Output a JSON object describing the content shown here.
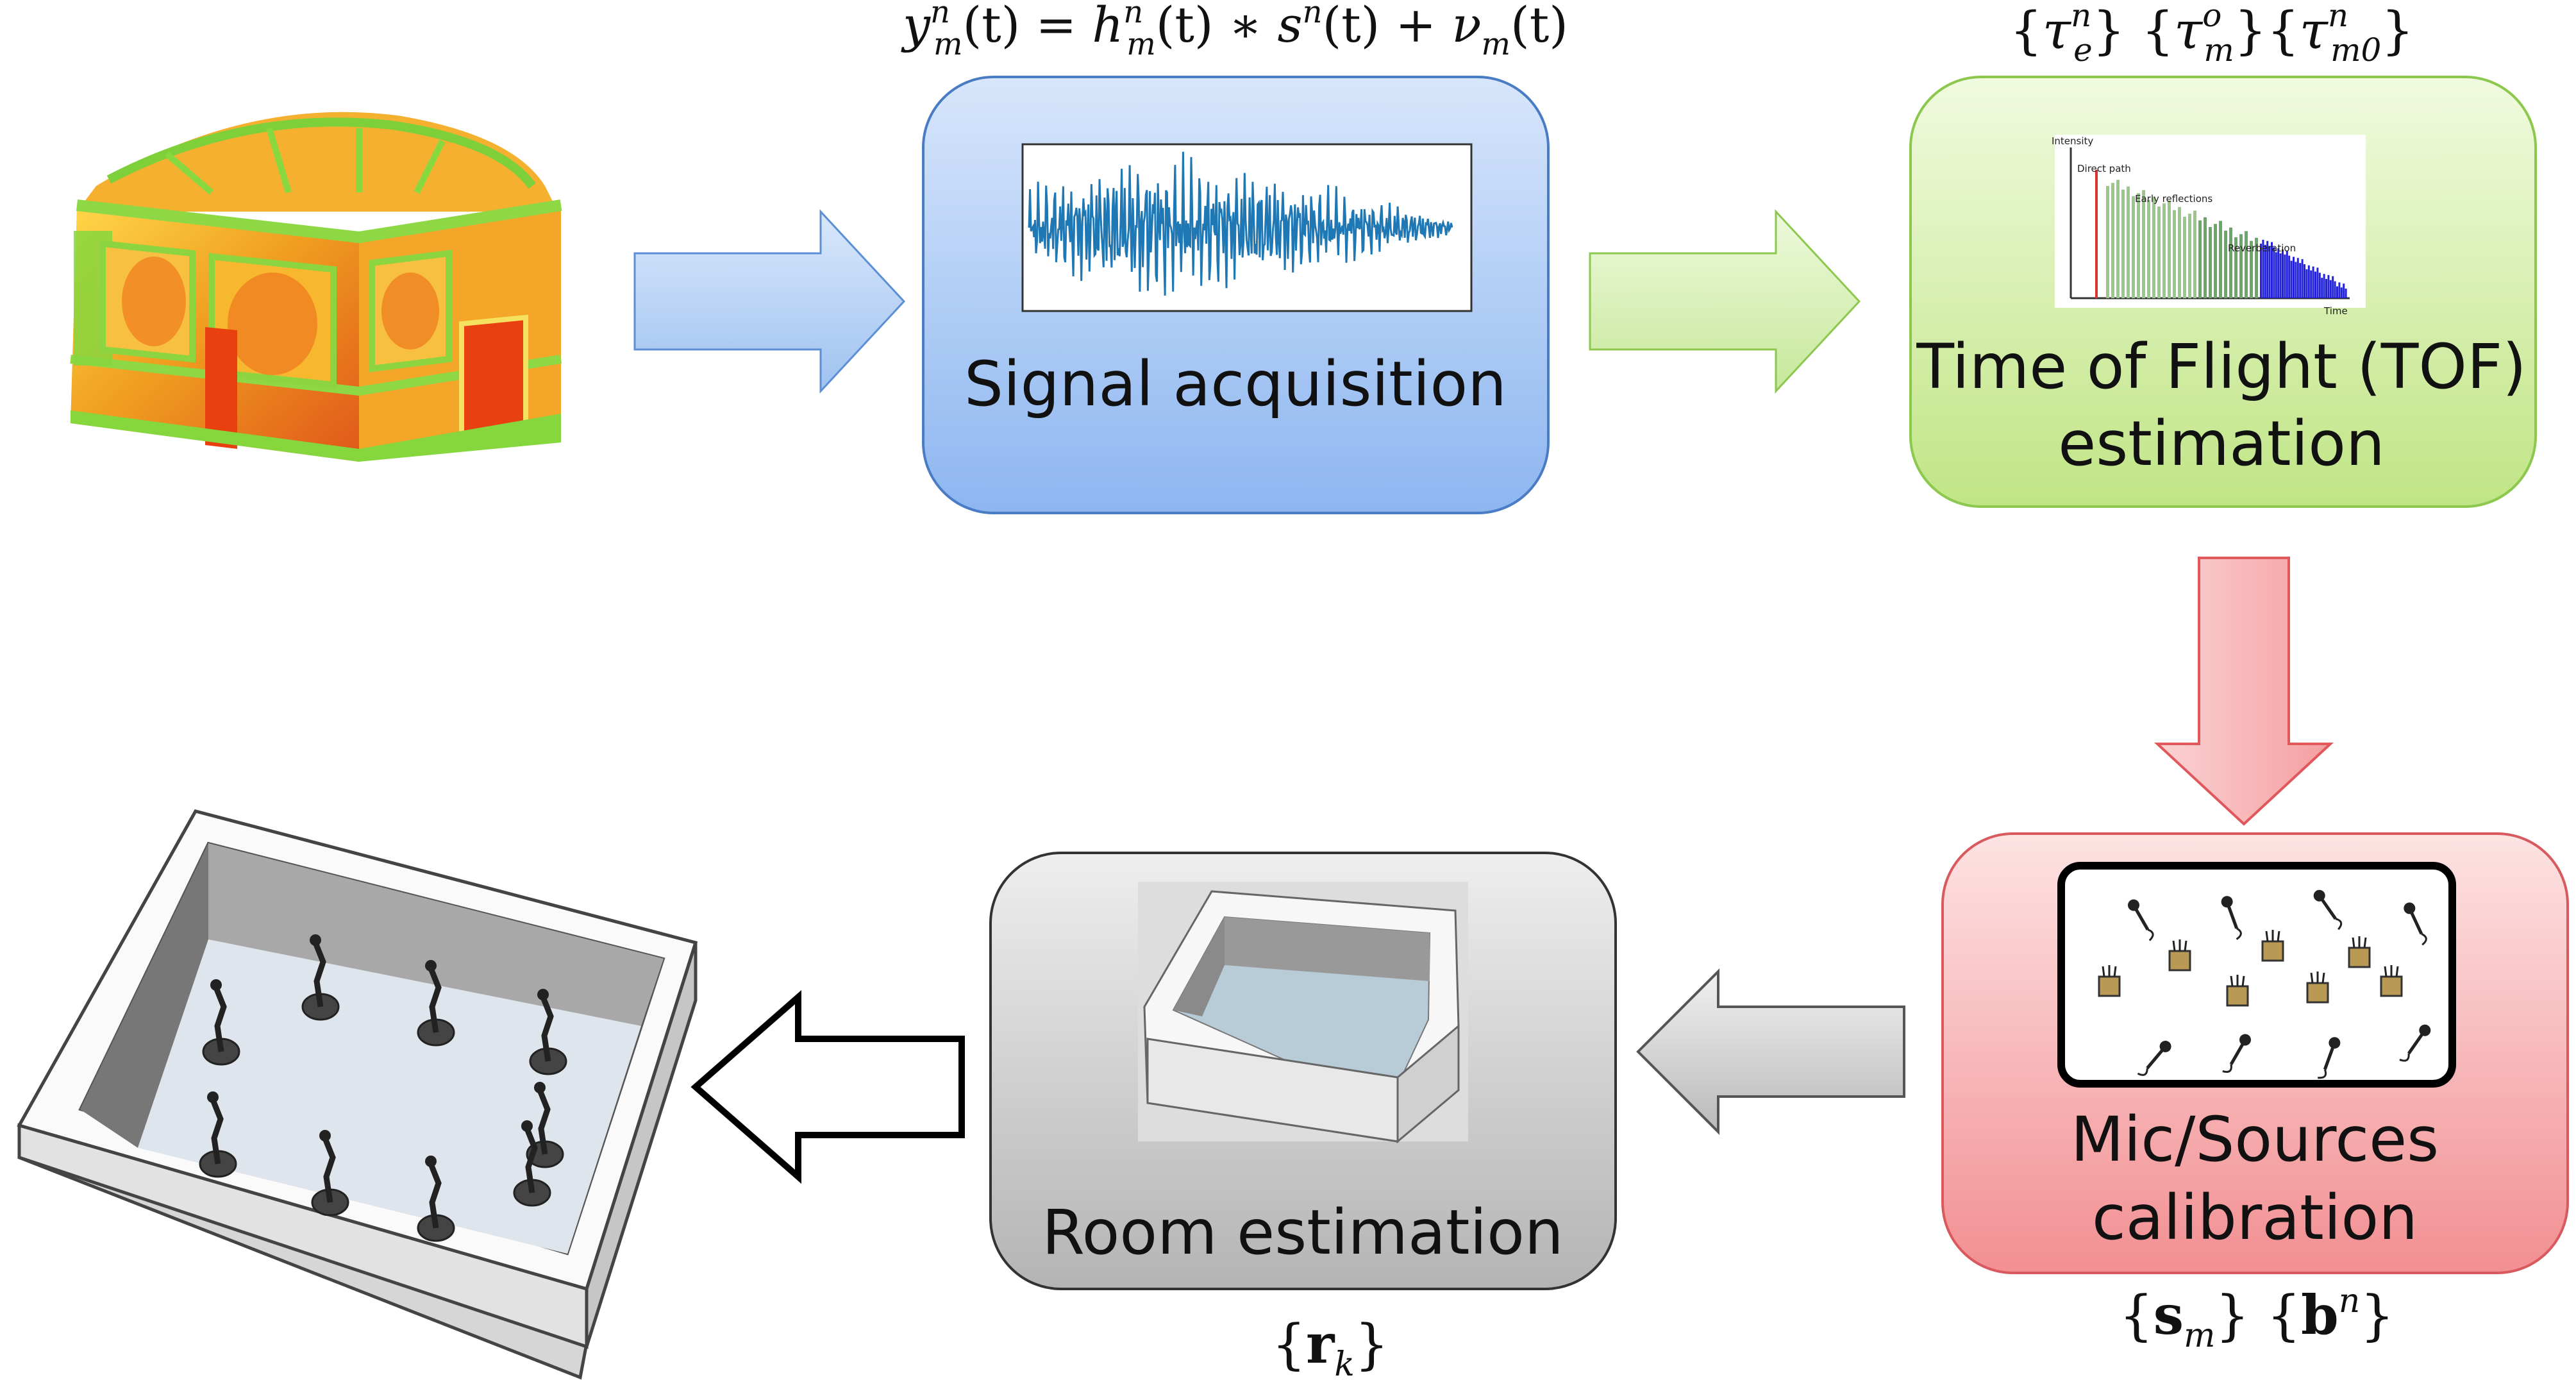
{
  "stages": {
    "signal": {
      "label": "Signal acquisition",
      "equation": {
        "y": "y",
        "y_sup": "n",
        "y_sub": "m",
        "eq": "(t) = ",
        "h": "h",
        "h_sup": "n",
        "h_sub": "m",
        "star": "(t) ∗ ",
        "s": "s",
        "s_sup": "n",
        "plus": "(t) + ",
        "nu": "ν",
        "nu_sub": "m",
        "tail": "(t)"
      },
      "color": "#8db6f0"
    },
    "tof": {
      "label_line1": "Time of Flight (TOF)",
      "label_line2": "estimation",
      "equation": {
        "tau": "τ",
        "e_sub": "e",
        "e_sup": "n",
        "m_sub": "m",
        "o_sup": "o",
        "m0_sub": "m0",
        "n_sup": "n"
      },
      "inset": {
        "ylabel": "Intensity",
        "xlabel": "Time",
        "direct": "Direct path",
        "early": "Early reflections",
        "reverb": "Reverberation"
      },
      "color": "#c8ea8e"
    },
    "calib": {
      "label_line1": "Mic/Sources",
      "label_line2": "calibration",
      "equation": {
        "s": "s",
        "s_sub": "m",
        "b": "b",
        "b_sup": "n"
      },
      "color": "#f49ea0"
    },
    "room": {
      "label": "Room estimation",
      "equation": {
        "r": "r",
        "r_sub": "k"
      },
      "color": "#c6c6c6"
    }
  },
  "arrows": {
    "blue": "#a9c8f2",
    "green": "#d6f0b0",
    "red": "#f7b0b2",
    "gray": "#d0d0d0",
    "white": "#ffffff"
  }
}
